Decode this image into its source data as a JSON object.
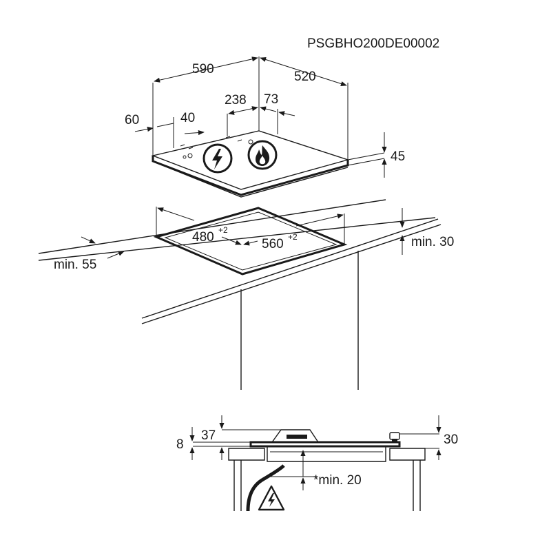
{
  "drawing_code": "PSGBHO200DE00002",
  "hob_dimensions": {
    "width": "590",
    "depth": "520",
    "offset_left": "60",
    "knob_offset": "40",
    "burner_spacing": "238",
    "burner_offset_right": "73",
    "height": "45"
  },
  "cutout": {
    "depth": "480",
    "depth_tolerance": "+2",
    "width": "560",
    "width_tolerance": "+2",
    "min_front": "min. 55",
    "min_back_wall": "min. 30"
  },
  "section": {
    "edge_height": "8",
    "burner_height": "37",
    "knob_height": "30",
    "min_clearance": "*min. 20"
  },
  "icons": [
    "electric-zone-icon",
    "gas-burner-icon",
    "electrical-hazard-icon"
  ]
}
